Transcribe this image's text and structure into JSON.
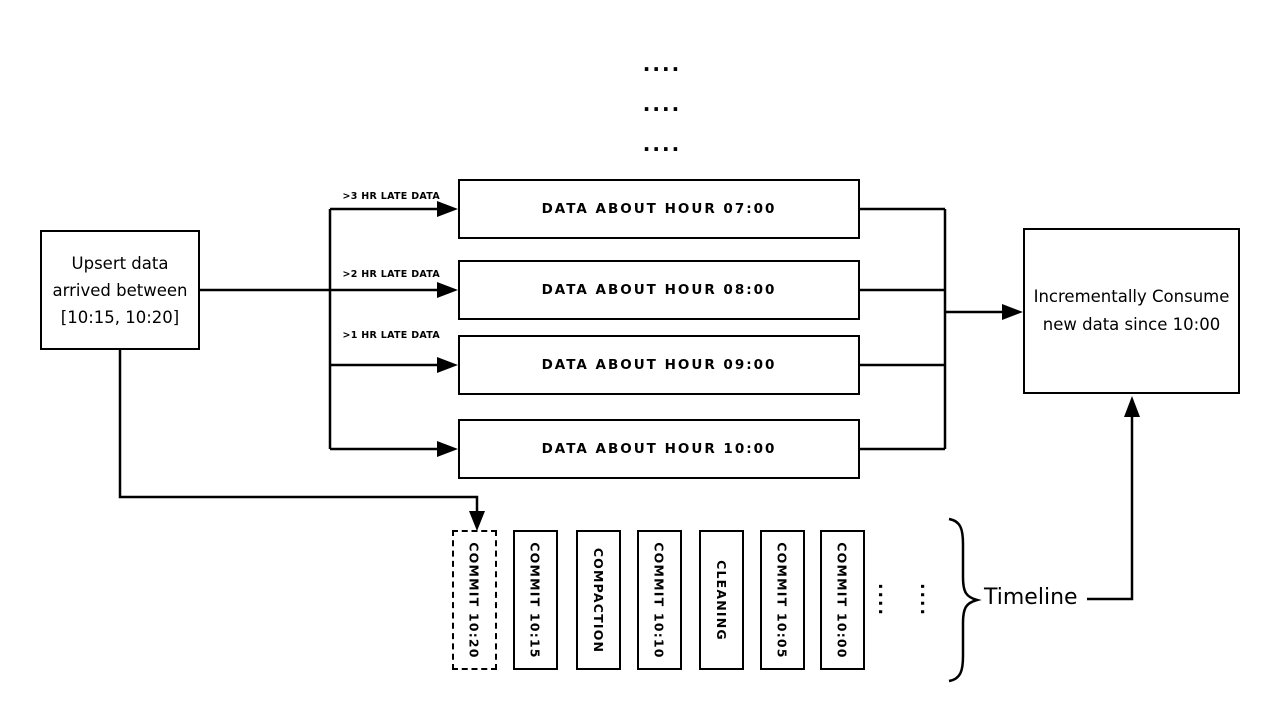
{
  "colors": {
    "ink": "#000000",
    "bg": "#ffffff"
  },
  "top_ellipsis": {
    "rows": [
      "....",
      "....",
      "...."
    ]
  },
  "upsert_box": {
    "lines": [
      "Upsert data",
      "arrived between",
      "[10:15, 10:20]"
    ]
  },
  "hour_boxes": [
    {
      "label": "DATA ABOUT HOUR 07:00",
      "arrow_label": ">3 HR LATE DATA"
    },
    {
      "label": "DATA ABOUT HOUR 08:00",
      "arrow_label": ">2 HR LATE DATA"
    },
    {
      "label": "DATA ABOUT HOUR 09:00",
      "arrow_label": ">1 HR LATE DATA"
    },
    {
      "label": "DATA ABOUT HOUR 10:00",
      "arrow_label": ""
    }
  ],
  "consume_box": {
    "lines": [
      "Incrementally Consume",
      "new data since 10:00"
    ]
  },
  "timeline": {
    "label": "Timeline",
    "instants": [
      {
        "label": "COMMIT 10:20",
        "style": "dashed"
      },
      {
        "label": "COMMIT 10:15",
        "style": "solid"
      },
      {
        "label": "COMPACTION",
        "style": "solid"
      },
      {
        "label": "COMMIT 10:10",
        "style": "solid"
      },
      {
        "label": "CLEANING",
        "style": "solid"
      },
      {
        "label": "COMMIT 10:05",
        "style": "solid"
      },
      {
        "label": "COMMIT 10:00",
        "style": "solid"
      }
    ],
    "ellipsis": [
      "....",
      "...."
    ]
  }
}
